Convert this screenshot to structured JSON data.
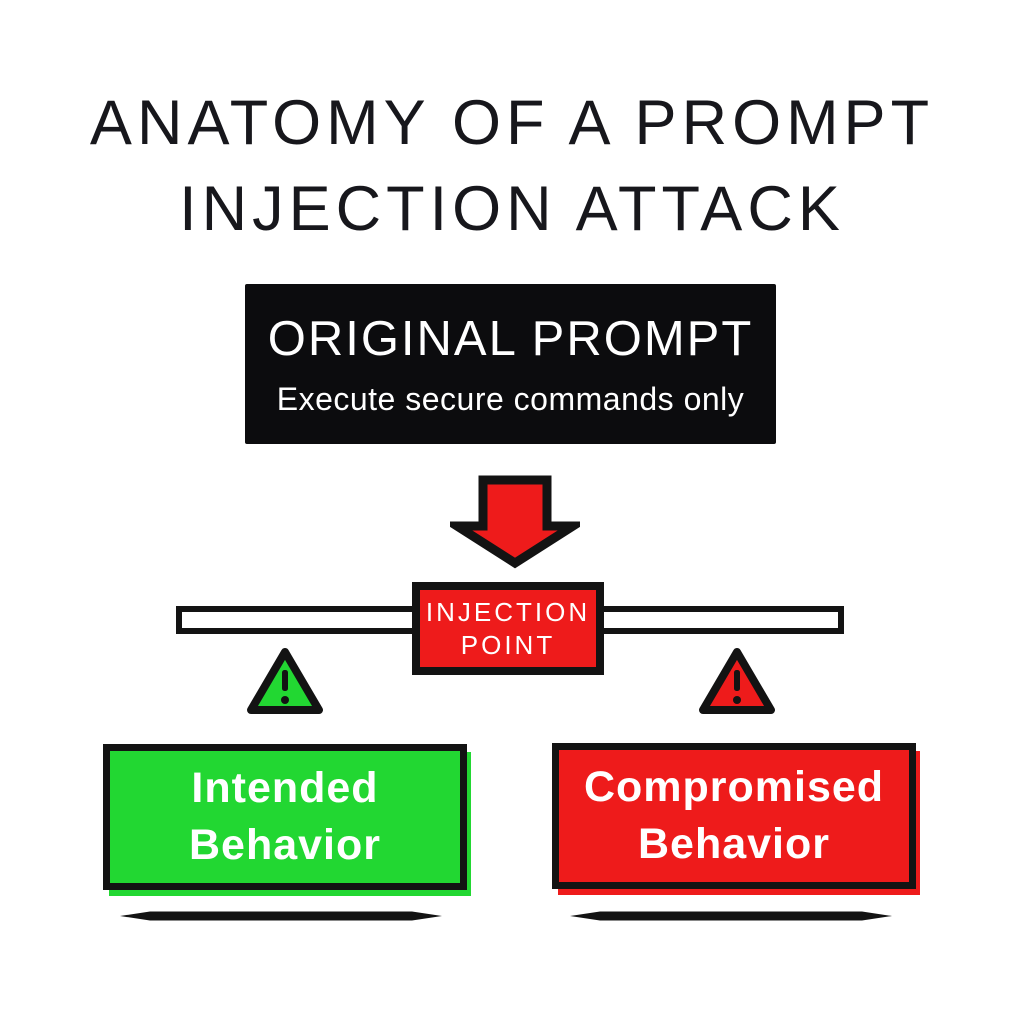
{
  "title": {
    "line1": "ANATOMY OF A PROMPT",
    "line2": "INJECTION ATTACK"
  },
  "original_prompt": {
    "heading": "ORIGINAL PROMPT",
    "subtext": "Execute secure commands only"
  },
  "injection_point": {
    "line1": "INJECTION",
    "line2": "POINT"
  },
  "outcomes": {
    "intended": {
      "line1": "Intended",
      "line2": "Behavior"
    },
    "compromised": {
      "line1": "Compromised",
      "line2": "Behavior"
    }
  },
  "colors": {
    "red": "#ee1b1b",
    "green": "#22d732",
    "black": "#131313",
    "white": "#ffffff"
  }
}
